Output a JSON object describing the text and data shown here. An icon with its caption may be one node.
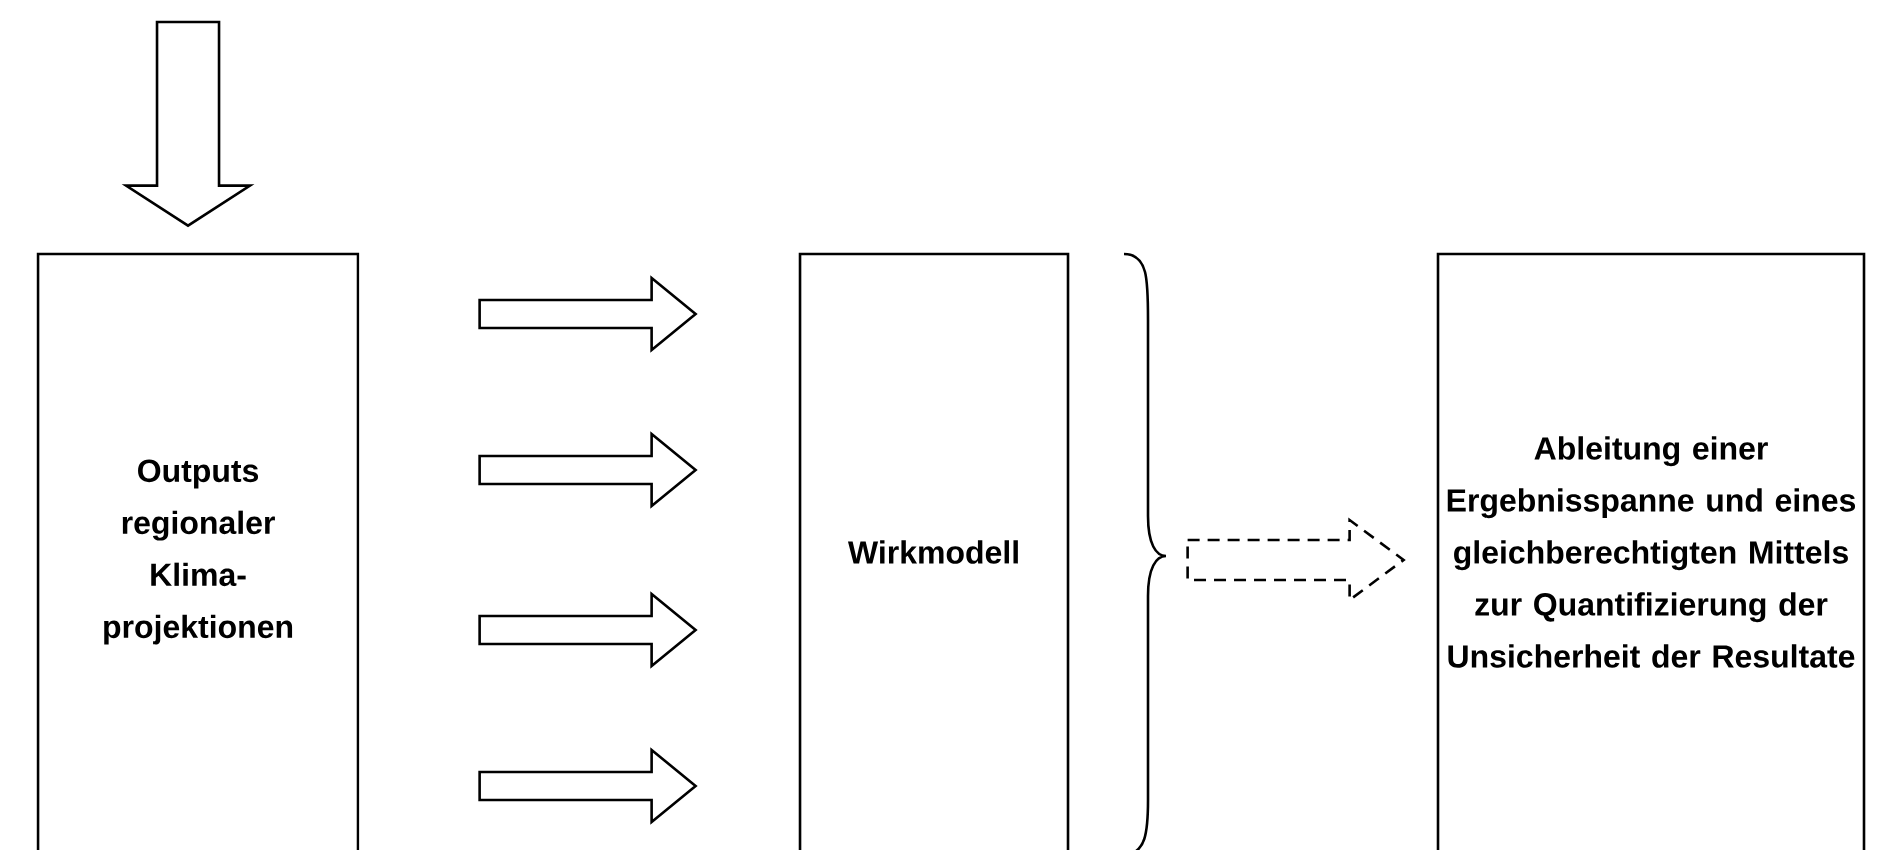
{
  "diagram": {
    "nodes": [
      {
        "text": [
          "Outputs regionaler Klima- projektionen"
        ]
      },
      {
        "text": [
          "Wirkmodell"
        ]
      },
      {
        "text": [
          "Ableitung einer Ergebnisspanne und eines gleichberechtigten Mittels zur Quantifizierung der Unsicherheit der Resultate"
        ]
      }
    ],
    "edges": [
      {
        "from": null,
        "to": 0,
        "arrow": "to"
      },
      {
        "from": 0,
        "to": 1,
        "arrow": "to"
      },
      {
        "from": 0,
        "to": 1,
        "arrow": "to"
      },
      {
        "from": 0,
        "to": 1,
        "arrow": "to"
      },
      {
        "from": 0,
        "to": 1,
        "arrow": "to"
      },
      {
        "from": 1,
        "to": 2,
        "arrow": "to",
        "style": "dashed"
      }
    ]
  }
}
